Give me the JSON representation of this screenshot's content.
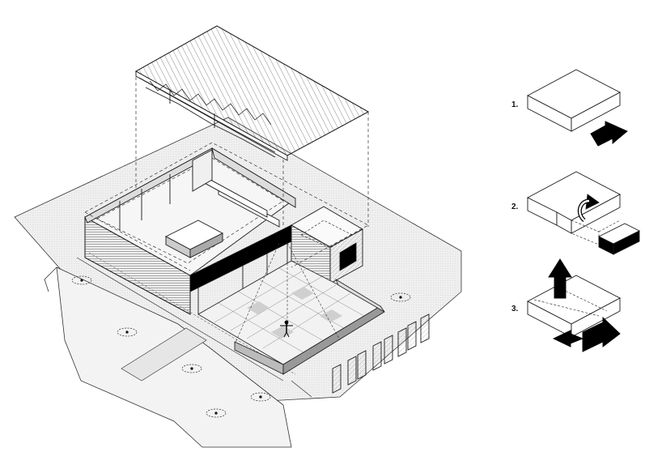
{
  "steps": [
    {
      "label": "1."
    },
    {
      "label": "2."
    },
    {
      "label": "3."
    }
  ],
  "colors": {
    "line": "#1a1a1a",
    "ground_fill": "#ececec",
    "hatch": "#8a8a8a",
    "solid_black": "#000000",
    "background": "#ffffff"
  },
  "icons": [
    "arrow-right-icon",
    "rotate-arrow-icon",
    "arrow-up-icon",
    "arrow-left-icon",
    "human-figure-icon"
  ]
}
